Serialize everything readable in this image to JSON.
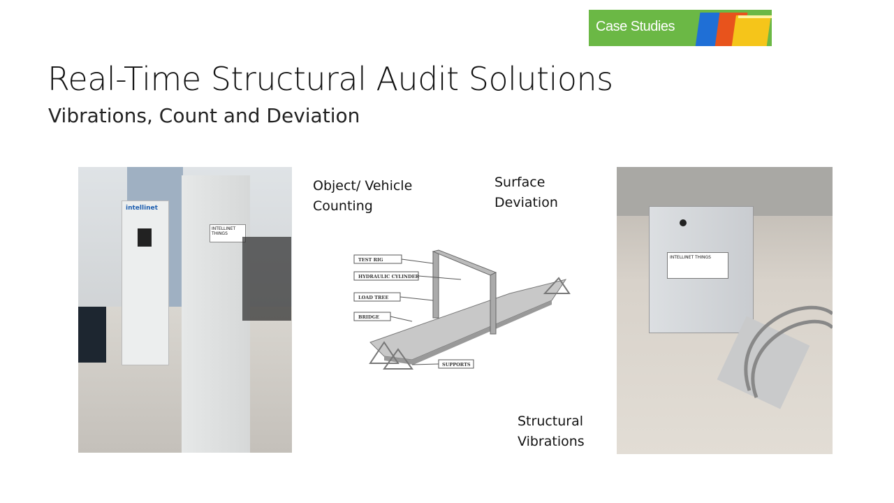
{
  "badge": {
    "label": "Case Studies"
  },
  "header": {
    "title": "Real-Time Structural Audit Solutions",
    "subtitle": "Vibrations, Count and Deviation"
  },
  "captions": {
    "counting": [
      "Object/ Vehicle",
      "Counting"
    ],
    "deviation": [
      "Surface",
      "Deviation"
    ],
    "vibrations": [
      "Structural",
      "Vibrations"
    ]
  },
  "diagram": {
    "labels": [
      "TEST RIG",
      "HYDRAULIC CYLINDER",
      "LOAD TREE",
      "BRIDGE",
      "SUPPORTS"
    ]
  },
  "photos": {
    "left_logo": "intellinet",
    "brand": "INTELLINET THINGS"
  }
}
